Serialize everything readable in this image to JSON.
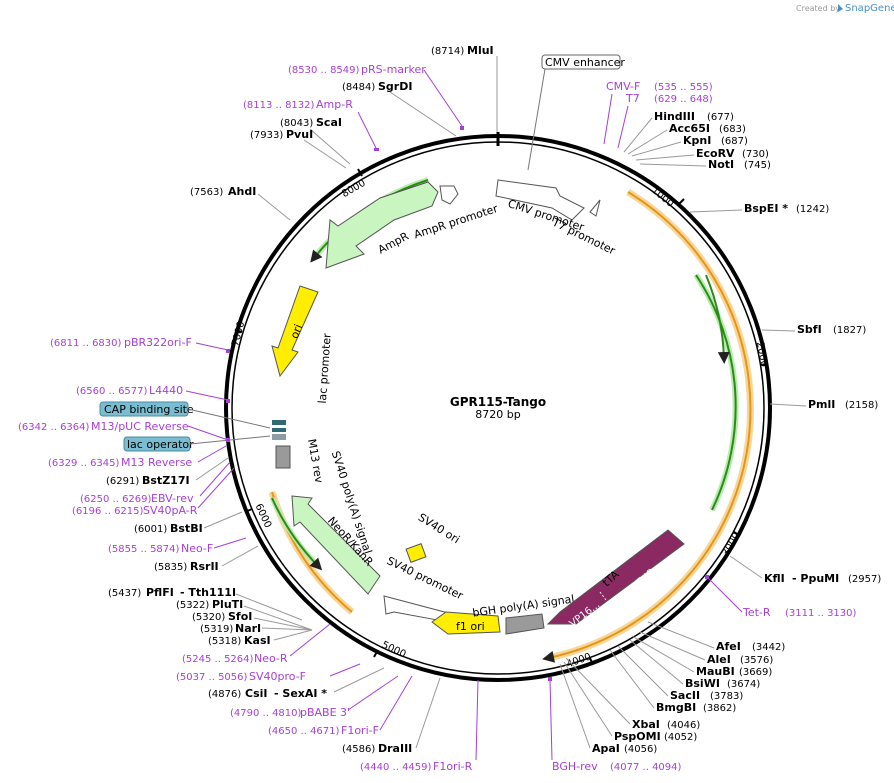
{
  "credit": {
    "prefix": "Created by",
    "brand": "SnapGene"
  },
  "plasmid": {
    "name": "GPR115-Tango",
    "size": "8720 bp"
  },
  "ticks": [
    "1000",
    "2000",
    "3000",
    "4000",
    "5000",
    "6000",
    "7000",
    "8000"
  ],
  "sites": [
    {
      "name": "MluI",
      "pos": "(8714)"
    },
    {
      "name": "SgrDI",
      "pos": "(8484)"
    },
    {
      "name": "ScaI",
      "pos": "(8043)"
    },
    {
      "name": "PvuI",
      "pos": "(7933)"
    },
    {
      "name": "AhdI",
      "pos": "(7563)"
    },
    {
      "name": "HindIII",
      "pos": "(677)"
    },
    {
      "name": "Acc65I",
      "pos": "(683)"
    },
    {
      "name": "KpnI",
      "pos": "(687)"
    },
    {
      "name": "EcoRV",
      "pos": "(730)"
    },
    {
      "name": "NotI",
      "pos": "(745)"
    },
    {
      "name": "BspEI *",
      "pos": "(1242)"
    },
    {
      "name": "SbfI",
      "pos": "(1827)"
    },
    {
      "name": "PmlI",
      "pos": "(2158)"
    },
    {
      "name": "KflI",
      "pos": "(2957)",
      "extra": "- PpuMI"
    },
    {
      "name": "AfeI",
      "pos": "(3442)"
    },
    {
      "name": "AleI",
      "pos": "(3576)"
    },
    {
      "name": "MauBI",
      "pos": "(3669)"
    },
    {
      "name": "BsiWI",
      "pos": "(3674)"
    },
    {
      "name": "SacII",
      "pos": "(3783)"
    },
    {
      "name": "BmgBI",
      "pos": "(3862)"
    },
    {
      "name": "XbaI",
      "pos": "(4046)"
    },
    {
      "name": "PspOMI",
      "pos": "(4052)"
    },
    {
      "name": "ApaI",
      "pos": "(4056)"
    },
    {
      "name": "DraIII",
      "pos": "(4586)"
    },
    {
      "name": "CsiI",
      "pos": "(4876)",
      "extra": "- SexAI *"
    },
    {
      "name": "KasI",
      "pos": "(5318)"
    },
    {
      "name": "NarI",
      "pos": "(5319)"
    },
    {
      "name": "SfoI",
      "pos": "(5320)"
    },
    {
      "name": "PluTI",
      "pos": "(5322)"
    },
    {
      "name": "PflFI",
      "pos": "(5437)",
      "extra": "- Tth111I"
    },
    {
      "name": "RsrII",
      "pos": "(5835)"
    },
    {
      "name": "BstBI",
      "pos": "(6001)"
    },
    {
      "name": "BstZ17I",
      "pos": "(6291)"
    }
  ],
  "primers": [
    {
      "name": "pRS-marker",
      "pos": "(8530 .. 8549)"
    },
    {
      "name": "Amp-R",
      "pos": "(8113 .. 8132)"
    },
    {
      "name": "CMV-F",
      "pos": "(535 .. 555)"
    },
    {
      "name": "T7",
      "pos": "(629 .. 648)"
    },
    {
      "name": "pBR322ori-F",
      "pos": "(6811 .. 6830)"
    },
    {
      "name": "L4440",
      "pos": "(6560 .. 6577)"
    },
    {
      "name": "M13/pUC Reverse",
      "pos": "(6342 .. 6364)"
    },
    {
      "name": "M13 Reverse",
      "pos": "(6329 .. 6345)"
    },
    {
      "name": "EBV-rev",
      "pos": "(6250 .. 6269)"
    },
    {
      "name": "SV40pA-R",
      "pos": "(6196 .. 6215)"
    },
    {
      "name": "Neo-F",
      "pos": "(5855 .. 5874)"
    },
    {
      "name": "Neo-R",
      "pos": "(5245 .. 5264)"
    },
    {
      "name": "SV40pro-F",
      "pos": "(5037 .. 5056)"
    },
    {
      "name": "pBABE 3'",
      "pos": "(4790 .. 4810)"
    },
    {
      "name": "F1ori-F",
      "pos": "(4650 .. 4671)"
    },
    {
      "name": "F1ori-R",
      "pos": "(4440 .. 4459)"
    },
    {
      "name": "BGH-rev",
      "pos": "(4077 .. 4094)"
    },
    {
      "name": "Tet-R",
      "pos": "(3111 .. 3130)"
    }
  ],
  "boxed": {
    "cmv_enhancer": "CMV enhancer",
    "cap_site": "CAP binding site",
    "lac_operator": "lac operator"
  },
  "features": {
    "cmv_promoter": "CMV promoter",
    "t7_promoter": "T7 promoter",
    "ampr_promoter": "AmpR promoter",
    "ampr": "AmpR",
    "ori": "ori",
    "lac_promoter": "lac promoter",
    "m13_rev": "M13 rev",
    "sv40_polya": "SV40 poly(A) signal",
    "neokanr": "NeoR/KanR",
    "sv40_ori": "SV40 ori",
    "sv40_promoter": "SV40 promoter",
    "f1_ori": "f1 ori",
    "bgh_polya": "bGH poly(A) signal",
    "tta": "tTA",
    "tetr": "TetR",
    "vp16": "VP16..."
  },
  "colors": {
    "primer": "#a63fd6",
    "amp": "#c8f5c0",
    "ori": "#ffee00",
    "tta": "#8b2a62",
    "orange": "#f0a020",
    "lac": "#2e6b72",
    "gray": "#9a9a9a"
  }
}
